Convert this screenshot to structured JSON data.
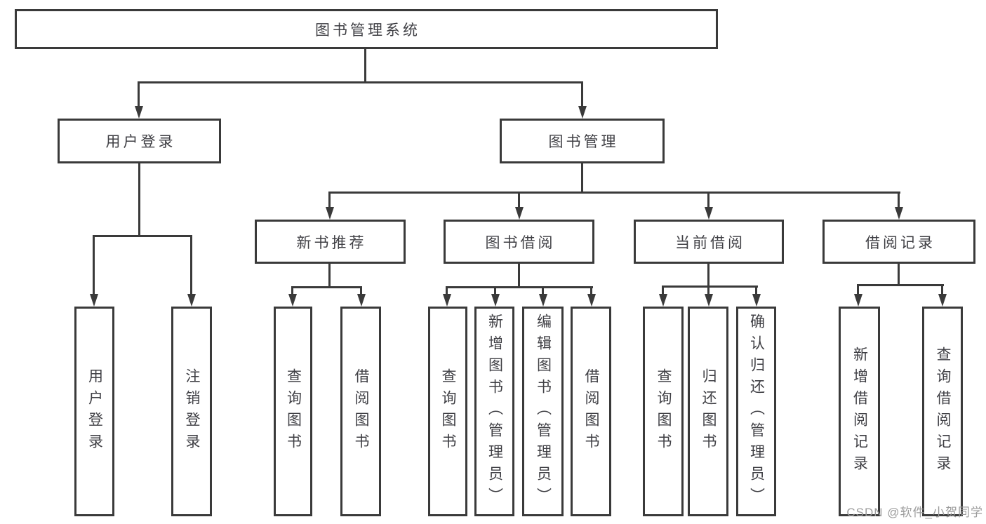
{
  "tree": {
    "root": "图书管理系统",
    "user_login": {
      "label": "用户登录",
      "children": [
        "用户登录",
        "注销登录"
      ]
    },
    "book_mgmt": {
      "label": "图书管理",
      "children": [
        {
          "label": "新书推荐",
          "children": [
            "查询图书",
            "借阅图书"
          ]
        },
        {
          "label": "图书借阅",
          "children": [
            "查询图书",
            "新增图书（管理员）",
            "编辑图书（管理员）",
            "借阅图书"
          ]
        },
        {
          "label": "当前借阅",
          "children": [
            "查询图书",
            "归还图书",
            "确认归还（管理员）"
          ]
        },
        {
          "label": "借阅记录",
          "children": [
            "新增借阅记录",
            "查询借阅记录"
          ]
        }
      ]
    }
  },
  "watermark": "CSDN @软件_小贺同学",
  "colors": {
    "line": "#3a3a3a",
    "text": "#3f3f44",
    "watermark": "#9c9c9c",
    "background": "#ffffff"
  }
}
